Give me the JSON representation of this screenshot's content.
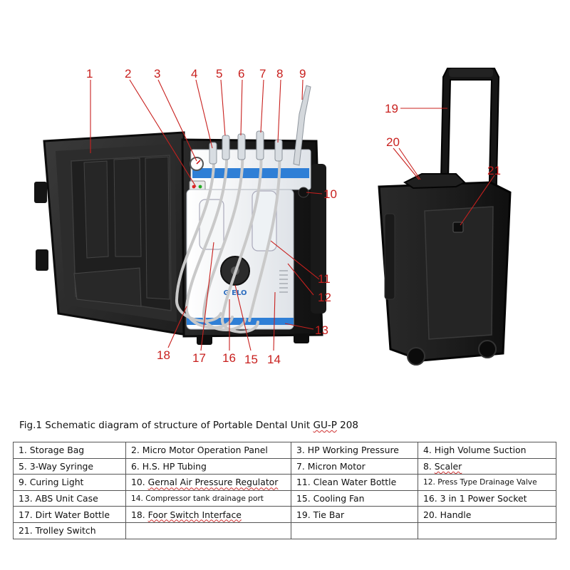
{
  "figure": {
    "caption_prefix": "Fig.1 Schematic diagram of structure of Portable Dental Unit ",
    "caption_model": "GU-P",
    "caption_suffix": " 208"
  },
  "callouts": [
    "1",
    "2",
    "3",
    "4",
    "5",
    "6",
    "7",
    "8",
    "9",
    "10",
    "11",
    "12",
    "13",
    "14",
    "15",
    "16",
    "17",
    "18",
    "19",
    "20",
    "21"
  ],
  "legend": [
    [
      {
        "num": "1.",
        "label": "Storage Bag"
      },
      {
        "num": "2.",
        "label": "Micro Motor Operation Panel"
      },
      {
        "num": "3.",
        "label": "HP Working Pressure"
      },
      {
        "num": "4.",
        "label": "High Volume Suction"
      }
    ],
    [
      {
        "num": "5.",
        "label": "3-Way Syringe"
      },
      {
        "num": "6.",
        "label": "H.S. HP Tubing"
      },
      {
        "num": "7.",
        "label": "Micron Motor"
      },
      {
        "num": "8.",
        "label": "Scaler"
      }
    ],
    [
      {
        "num": "9.",
        "label": "Curing Light"
      },
      {
        "num": "10.",
        "label": "Gernal Air Pressure Regulator"
      },
      {
        "num": "11.",
        "label": "Clean Water Bottle"
      },
      {
        "num": "12.",
        "label": "Press Type Drainage Valve"
      }
    ],
    [
      {
        "num": "13.",
        "label": "ABS Unit Case"
      },
      {
        "num": "14.",
        "label": "Compressor tank drainage port"
      },
      {
        "num": "15.",
        "label": "Cooling Fan"
      },
      {
        "num": "16.",
        "label": "3 in 1 Power Socket"
      }
    ],
    [
      {
        "num": "17.",
        "label": "Dirt Water Bottle"
      },
      {
        "num": "18.",
        "label": "Foor Switch Interface"
      },
      {
        "num": "19.",
        "label": "Tie Bar"
      },
      {
        "num": "20.",
        "label": "Handle"
      }
    ],
    [
      {
        "num": "21.",
        "label": "Trolley Switch"
      },
      {
        "num": "",
        "label": ""
      },
      {
        "num": "",
        "label": ""
      },
      {
        "num": "",
        "label": ""
      }
    ]
  ],
  "colors": {
    "callout": "#c8201e",
    "case_shell": "#1c1c1c",
    "panel_white": "#f2f4f6",
    "panel_blue": "#2f7fd6",
    "tubing": "#c9c9c9"
  }
}
